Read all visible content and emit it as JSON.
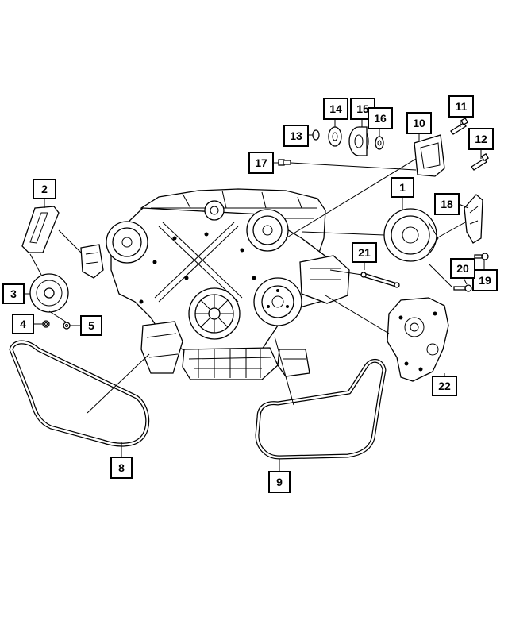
{
  "diagram": {
    "callouts": [
      {
        "id": "1",
        "label": "1"
      },
      {
        "id": "2",
        "label": "2"
      },
      {
        "id": "3",
        "label": "3"
      },
      {
        "id": "4",
        "label": "4"
      },
      {
        "id": "5",
        "label": "5"
      },
      {
        "id": "8",
        "label": "8"
      },
      {
        "id": "9",
        "label": "9"
      },
      {
        "id": "10",
        "label": "10"
      },
      {
        "id": "11",
        "label": "11"
      },
      {
        "id": "12",
        "label": "12"
      },
      {
        "id": "13",
        "label": "13"
      },
      {
        "id": "14",
        "label": "14"
      },
      {
        "id": "15",
        "label": "15"
      },
      {
        "id": "16",
        "label": "16"
      },
      {
        "id": "17",
        "label": "17"
      },
      {
        "id": "18",
        "label": "18"
      },
      {
        "id": "19",
        "label": "19"
      },
      {
        "id": "20",
        "label": "20"
      },
      {
        "id": "21",
        "label": "21"
      },
      {
        "id": "22",
        "label": "22"
      }
    ],
    "colors": {
      "line": "#000000",
      "background": "#ffffff"
    }
  }
}
